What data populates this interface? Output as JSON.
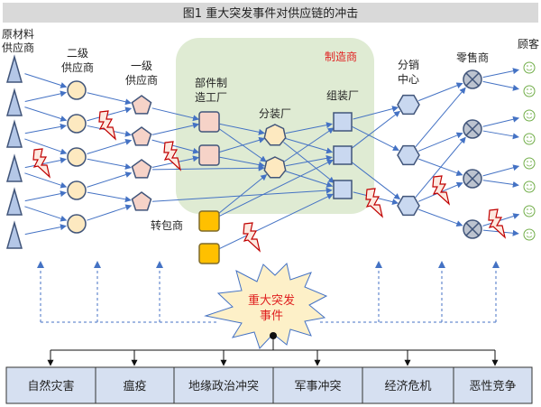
{
  "title": "图1  重大突发事件对供应链的冲击",
  "labels": {
    "raw_material_1": "原材料",
    "raw_material_2": "供应商",
    "tier2_1": "二级",
    "tier2_2": "供应商",
    "tier1_1": "一级",
    "tier1_2": "供应商",
    "parts_1": "部件制",
    "parts_2": "造工厂",
    "subassembly": "分装厂",
    "manufacturer": "制造商",
    "assembly": "组装厂",
    "distribution_1": "分销",
    "distribution_2": "中心",
    "retailer": "零售商",
    "customer": "顾客",
    "subcontractor": "转包商"
  },
  "event": {
    "line1": "重大突发",
    "line2": "事件"
  },
  "event_types": [
    "自然灾害",
    "瘟疫",
    "地缘政治冲突",
    "军事冲突",
    "经济危机",
    "恶性竞争"
  ],
  "colors": {
    "edge": "#4472c4",
    "manufacturer_bg": "#dfebd3",
    "lightning": "#c00000",
    "event_text": "#e02020"
  }
}
